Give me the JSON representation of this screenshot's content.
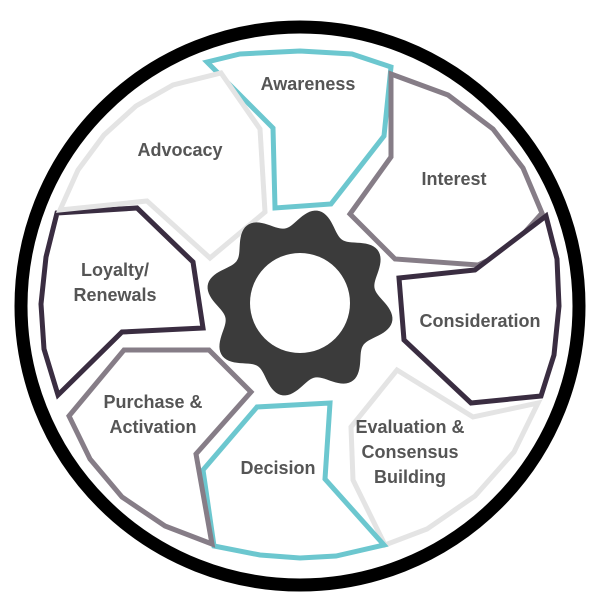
{
  "diagram": {
    "stages": [
      {
        "id": "awareness",
        "label_lines": [
          "Awareness"
        ],
        "stroke": "#6cc7cf"
      },
      {
        "id": "interest",
        "label_lines": [
          "Interest"
        ],
        "stroke": "#867d87"
      },
      {
        "id": "consideration",
        "label_lines": [
          "Consideration"
        ],
        "stroke": "#3a2d41"
      },
      {
        "id": "evaluation",
        "label_lines": [
          "Evaluation &",
          "Consensus",
          "Building"
        ],
        "stroke": "#e4e4e4"
      },
      {
        "id": "decision",
        "label_lines": [
          "Decision"
        ],
        "stroke": "#6cc7cf"
      },
      {
        "id": "purchase",
        "label_lines": [
          "Purchase &",
          "Activation"
        ],
        "stroke": "#867d87"
      },
      {
        "id": "loyalty",
        "label_lines": [
          "Loyalty/",
          "Renewals"
        ],
        "stroke": "#3a2d41"
      },
      {
        "id": "advocacy",
        "label_lines": [
          "Advocacy"
        ],
        "stroke": "#e4e4e4"
      }
    ],
    "colors": {
      "outer_ring": "#000000",
      "label_text": "#555555",
      "gear_fill": "#3b3b3b",
      "gear_hole": "#ffffff"
    },
    "center_icon": "gear-icon"
  }
}
